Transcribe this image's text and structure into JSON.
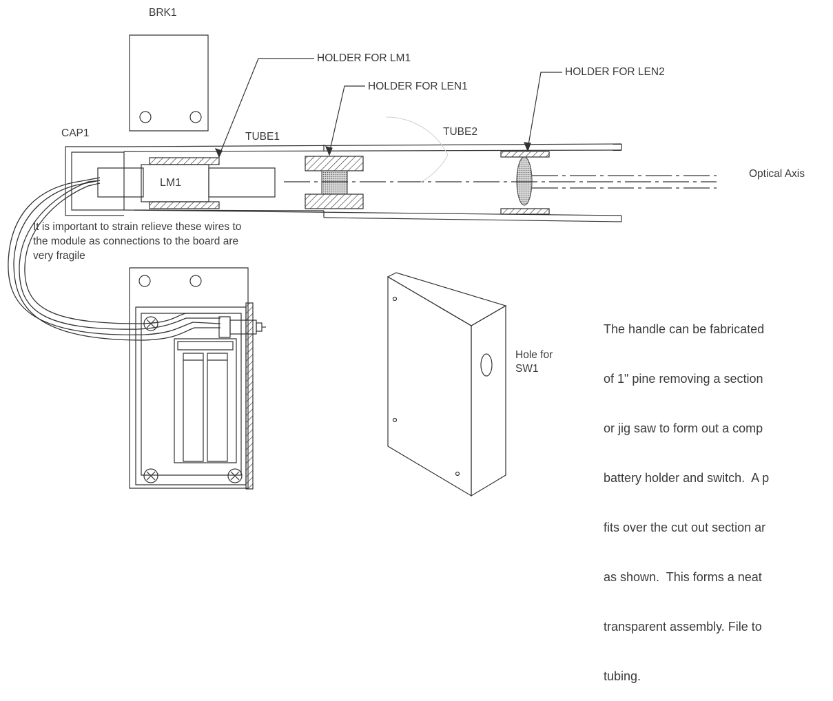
{
  "labels": {
    "brk1": "BRK1",
    "holder_lm1": "HOLDER FOR LM1",
    "holder_len1": "HOLDER FOR LEN1",
    "holder_len2": "HOLDER FOR LEN2",
    "cap1": "CAP1",
    "tube1": "TUBE1",
    "tube2": "TUBE2",
    "lm1": "LM1",
    "optical_axis": "Optical Axis",
    "hole_for_sw1": [
      "Hole for",
      "SW1"
    ]
  },
  "notes": {
    "strain_relief": [
      "It is important to strain relieve these wires to",
      "the module as connections to the board are",
      "very fragile"
    ],
    "handle": [
      "The handle can be fabricated",
      "of 1\" pine removing a section",
      "or jig saw to form out a comp",
      "battery holder and switch.  A p",
      "fits over the cut out section ar",
      "as shown.  This forms a neat",
      "transparent assembly. File to",
      "tubing."
    ]
  },
  "colors": {
    "line": "#333333",
    "text": "#3a3a3a",
    "lens_fill": "#bdbdbd",
    "hatch": "#333333"
  },
  "icons": [
    "screw-icon",
    "switch-icon",
    "mounting-hole-icon",
    "lens-icon"
  ]
}
